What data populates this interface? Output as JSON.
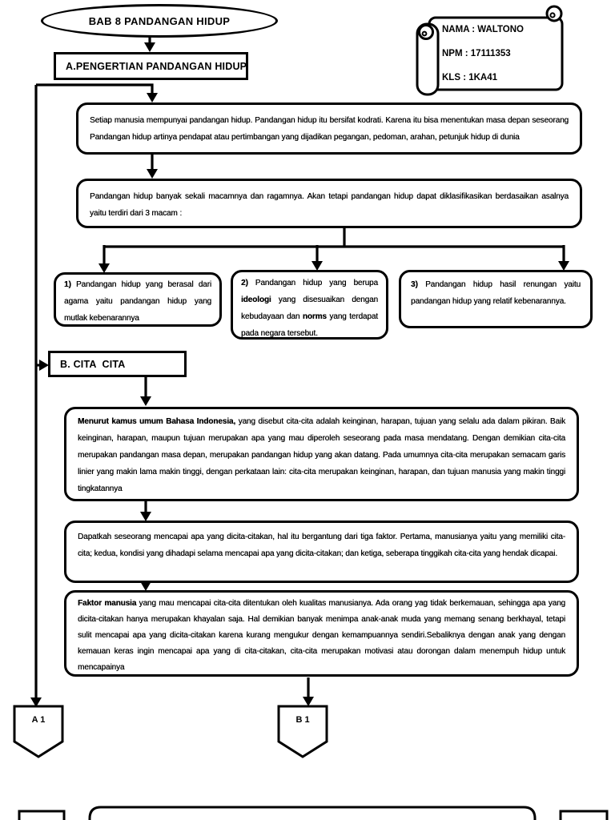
{
  "theme": {
    "ink": "#000000",
    "paper": "#ffffff"
  },
  "title_ellipse": {
    "label": "BAB 8 PANDANGAN HIDUP"
  },
  "name_scroll": {
    "line1": "NAMA : WALTONO",
    "line2": "NPM : 17111353",
    "line3": "KLS : 1KA41"
  },
  "section_a": {
    "heading": "A.PENGERTIAN PANDANGAN HIDUP",
    "para1": "Setiap manusia mempunyai pandangan hidup. Pandangan hidup itu bersifat kodrati. Karena itu bisa menentukan masa depan seseorang Pandangan hidup artinya pendapat atau pertimbangan yang dijadikan pegangan, pedoman, arahan, petunjuk hidup di dunia",
    "para2": "Pandangan hidup banyak sekali macamnya dan ragamnya. Akan tetapi pandangan hidup dapat diklasifikasikan berdasaikan asalnya yaitu terdiri dari 3 macam :",
    "branches": [
      {
        "lead": "1)",
        "text": " Pandangan hidup yang berasal dari agama yaitu pandangan hidup yang mutlak kebenarannya"
      },
      {
        "lead": "2)",
        "t1": " Pandangan hidup yang berupa ",
        "b1": "ideologi",
        "t2": " yang disesuaikan dengan kebudayaan dan ",
        "b2": "norms",
        "t3": " yang terdapat pada negara tersebut."
      },
      {
        "lead": "3)",
        "text": " Pandangan hidup hasil renungan yaitu pandangan hidup yang relatif kebenarannya."
      }
    ]
  },
  "section_b": {
    "heading": "B. CITA  CITA",
    "para1_lead": "Menurut kamus umum Bahasa Indonesia,",
    "para1_rest": " yang disebut cita-cita adalah keinginan, harapan, tujuan yang selalu ada dalam pikiran. Baik keinginan, harapan, maupun tujuan merupakan apa yang mau diperoleh seseorang pada masa mendatang. Dengan demikian cita-cita merupakan pandangan masa depan, merupakan pandangan hidup yang akan datang. Pada umumnya cita-cita merupakan semacam garis linier yang makin lama makin tinggi, dengan perkataan lain: cita-cita merupakan keinginan, harapan, dan tujuan manusia yang makin tinggi tingkatannya",
    "para2": "Dapatkah seseorang mencapai apa yang dicita-citakan, hal itu bergantung dari tiga faktor. Pertama, manusianya yaitu yang memiliki cita-cita; kedua, kondisi yang dihadapi selama mencapai apa yang dicita-citakan; dan ketiga, seberapa tinggikah cita-cita yang hendak dicapai.",
    "para3_lead": "Faktor manusia",
    "para3_rest": " yang mau mencapai cita-cita ditentukan oleh kualitas manusianya. Ada orang yag tidak berkemauan, sehingga apa yang dicita-citakan hanya merupakan khayalan saja. Hal demikian banyak menimpa anak-anak muda yang memang senang berkhayal, tetapi sulit mencapai apa yang dicita-citakan karena kurang mengukur dengan kemampuannya sendiri.Sebaliknya dengan anak yang dengan kemauan keras ingin mencapai apa yang di cita-citakan, cita-cita merupakan motivasi atau dorongan dalam menempuh hidup untuk mencapainya"
  },
  "offpage_connectors": {
    "a1": "A 1",
    "b1": "B 1"
  }
}
